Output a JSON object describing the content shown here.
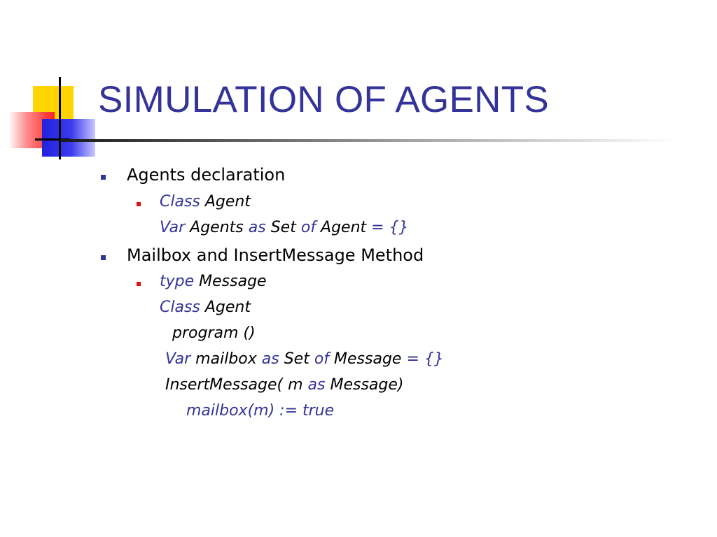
{
  "slide": {
    "title": "SIMULATION OF AGENTS",
    "accent_color": "#333399",
    "bullet_l2_color": "#e01010"
  },
  "items": [
    {
      "text": "Agents declaration"
    },
    {
      "segments": [
        {
          "t": "Class",
          "kw": true
        },
        {
          "t": " Agent",
          "kw": false
        }
      ]
    },
    {
      "segments": [
        {
          "t": "Var",
          "kw": true
        },
        {
          "t": " Agents ",
          "kw": false
        },
        {
          "t": "as",
          "kw": true
        },
        {
          "t": " Set ",
          "kw": false
        },
        {
          "t": "of",
          "kw": true
        },
        {
          "t": " Agent ",
          "kw": false
        },
        {
          "t": "= {}",
          "kw": true
        }
      ]
    },
    {
      "text": "Mailbox and InsertMessage Method"
    },
    {
      "segments": [
        {
          "t": "type",
          "kw": true
        },
        {
          "t": " Message",
          "kw": false
        }
      ]
    },
    {
      "segments": [
        {
          "t": "Class",
          "kw": true
        },
        {
          "t": " Agent",
          "kw": false
        }
      ]
    },
    {
      "segments": [
        {
          "t": "program ()",
          "kw": false
        }
      ]
    },
    {
      "segments": [
        {
          "t": "Var",
          "kw": true
        },
        {
          "t": " mailbox ",
          "kw": false
        },
        {
          "t": "as",
          "kw": true
        },
        {
          "t": " Set ",
          "kw": false
        },
        {
          "t": "of",
          "kw": true
        },
        {
          "t": " Message ",
          "kw": false
        },
        {
          "t": "= {}",
          "kw": true
        }
      ]
    },
    {
      "segments": [
        {
          "t": "InsertMessage( m ",
          "kw": false
        },
        {
          "t": "as",
          "kw": true
        },
        {
          "t": " Message)",
          "kw": false
        }
      ]
    },
    {
      "segments": [
        {
          "t": "mailbox(m) := true",
          "kw": true
        }
      ]
    }
  ]
}
